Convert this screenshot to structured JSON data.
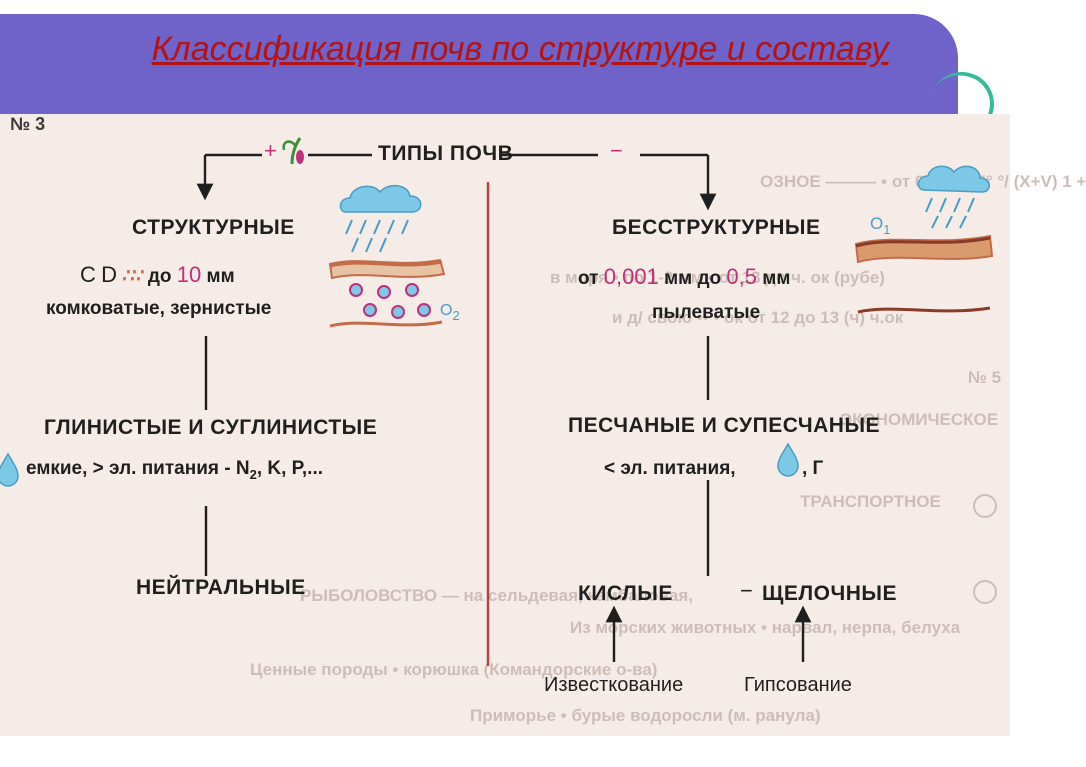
{
  "title": "Классификация почв по структуре и составу",
  "scan": {
    "page_no": "№ 3",
    "soil_types": "ТИПЫ ПОЧВ",
    "plus": "+",
    "minus": "−",
    "structured": "СТРУКТУРНЫЕ",
    "structured_size_prefix": "С",
    "structured_size_symbol": "D",
    "structured_size_to": "до",
    "structured_size_value": "10",
    "structured_size_unit": "мм",
    "structured_kinds": "комковатые, зернистые",
    "o2_left": "O",
    "o2_left_sub": "2",
    "o2_right": "O",
    "o2_right_sub": "1",
    "clay": "ГЛИНИСТЫЕ И СУГЛИНИСТЫЕ",
    "clay_desc_a": "емкие, > эл. питания - N",
    "clay_desc_sub": "2",
    "clay_desc_b": ", K, P,...",
    "neutral": "НЕЙТРАЛЬНЫЕ",
    "structureless": "БЕССТРУКТУРНЫЕ",
    "sl_from": "от",
    "sl_value1": "0,001",
    "sl_mid": "мм до",
    "sl_value2": "0,5",
    "sl_unit": "мм",
    "sl_kind": "пылеватые",
    "sandy": "ПЕСЧАНЫЕ И СУПЕСЧАНЫЕ",
    "sandy_desc": "< эл. питания,",
    "sandy_g": ", Г",
    "acidic": "КИСЛЫЕ",
    "dash": "−",
    "alkaline": "ЩЕЛОЧНЫЕ",
    "liming": "Известкование",
    "gypsum": "Гипсование"
  },
  "faded_bg": {
    "l1": "ОЗНОЕ ——— • от 0°до+1,5° °/ (Х+V) 1 +",
    "l2": "в моря • по 1-2 мм • от 13 до ч. ок (рубе)",
    "l3": "и д/ свою •• • ок от 12 до 13 (ч) ч.ок",
    "l4": "№ 5",
    "l5": "ЭКОНОМИЧЕСКОЕ",
    "l6": "ТРАНСПОРТНОЕ",
    "l7": "РЫБОЛОВСТВО — на сельдевая, камбаловая,",
    "l8": "Из морских животных • нарвал, нерпа, белуха",
    "l9": "Ценные породы • корюшка (Командорские о-ва)",
    "l10": "Приморье • бурые водоросли (м. ранула)"
  },
  "colors": {
    "title_band": "#6f62c8",
    "title_text": "#b31313",
    "accent_arc": "#37b899",
    "scan_bg": "#f5ece8",
    "ink": "#1f1f1f",
    "magenta": "#c0307a",
    "cloud": "#7cc8e6",
    "soil": "#c46b4a",
    "soil_light": "#e7c3a3"
  }
}
